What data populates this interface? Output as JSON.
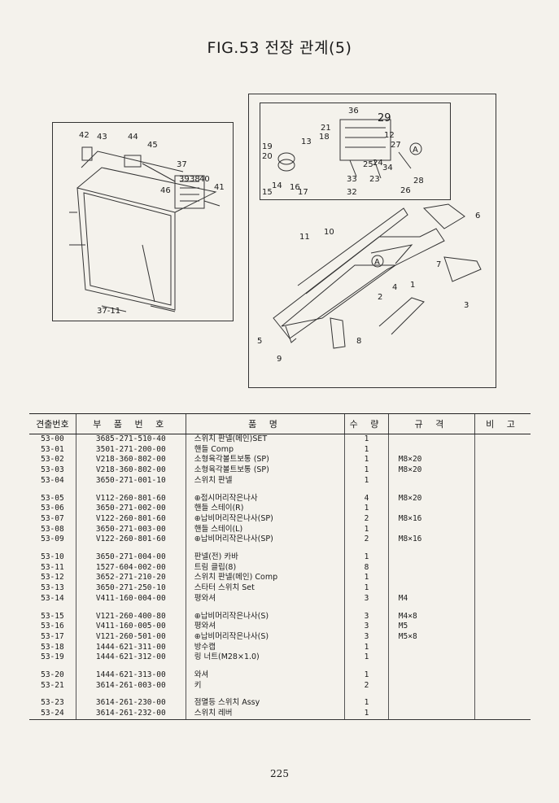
{
  "title": "FIG.53 전장 관계(5)",
  "page_number": "225",
  "diagram_left": {
    "labels": [
      "42",
      "43",
      "44",
      "45",
      "37",
      "39",
      "38",
      "40",
      "46",
      "41",
      "37-11"
    ]
  },
  "diagram_right": {
    "labels": [
      "6",
      "11",
      "10",
      "7",
      "4",
      "2",
      "1",
      "3",
      "5",
      "8",
      "9"
    ],
    "circled_a": "A"
  },
  "diagram_inset": {
    "labels": [
      "36",
      "29",
      "21",
      "18",
      "13",
      "12",
      "27",
      "19",
      "20",
      "25",
      "24",
      "34",
      "28",
      "14",
      "16",
      "17",
      "15",
      "33",
      "23",
      "26",
      "32"
    ],
    "circled_a": "A"
  },
  "table": {
    "headers": [
      "견출번호",
      "부 품 번 호",
      "품   명",
      "수 량",
      "규 격",
      "비 고"
    ],
    "rows": [
      {
        "no": "53-00",
        "part": "3685-271-510-40",
        "name": "스위치 판넬(메인)SET",
        "qty": "1",
        "spec": ""
      },
      {
        "no": "53-01",
        "part": "3501-271-200-00",
        "name": "핸들 Comp",
        "qty": "1",
        "spec": ""
      },
      {
        "no": "53-02",
        "part": "V218-360-802-00",
        "name": "소형육각볼트보통 (SP)",
        "qty": "1",
        "spec": "M8×20"
      },
      {
        "no": "53-03",
        "part": "V218-360-802-00",
        "name": "소형육각볼트보통 (SP)",
        "qty": "1",
        "spec": "M8×20"
      },
      {
        "no": "53-04",
        "part": "3650-271-001-10",
        "name": "스위치 판넬",
        "qty": "1",
        "spec": ""
      },
      {
        "gap": true
      },
      {
        "no": "53-05",
        "part": "V112-260-801-60",
        "name": "⊕접시머리작은나사",
        "qty": "4",
        "spec": "M8×20"
      },
      {
        "no": "53-06",
        "part": "3650-271-002-00",
        "name": "핸들 스테이(R)",
        "qty": "1",
        "spec": ""
      },
      {
        "no": "53-07",
        "part": "V122-260-801-60",
        "name": "⊕납비머리작은나사(SP)",
        "qty": "2",
        "spec": "M8×16"
      },
      {
        "no": "53-08",
        "part": "3650-271-003-00",
        "name": "핸들 스테이(L)",
        "qty": "1",
        "spec": ""
      },
      {
        "no": "53-09",
        "part": "V122-260-801-60",
        "name": "⊕납비머리작은나사(SP)",
        "qty": "2",
        "spec": "M8×16"
      },
      {
        "gap": true
      },
      {
        "no": "53-10",
        "part": "3650-271-004-00",
        "name": "판넬(전) 카바",
        "qty": "1",
        "spec": ""
      },
      {
        "no": "53-11",
        "part": "1527-604-002-00",
        "name": "트림 클립(8)",
        "qty": "8",
        "spec": ""
      },
      {
        "no": "53-12",
        "part": "3652-271-210-20",
        "name": "스위치 판넬(메인) Comp",
        "qty": "1",
        "spec": ""
      },
      {
        "no": "53-13",
        "part": "3650-271-250-10",
        "name": "스타터 스위치 Set",
        "qty": "1",
        "spec": ""
      },
      {
        "no": "53-14",
        "part": "V411-160-004-00",
        "name": "평와셔",
        "qty": "3",
        "spec": "M4"
      },
      {
        "gap": true
      },
      {
        "no": "53-15",
        "part": "V121-260-400-80",
        "name": "⊕납비머리작은나사(S)",
        "qty": "3",
        "spec": "M4×8"
      },
      {
        "no": "53-16",
        "part": "V411-160-005-00",
        "name": "평와셔",
        "qty": "3",
        "spec": "M5"
      },
      {
        "no": "53-17",
        "part": "V121-260-501-00",
        "name": "⊕납비머리작은나사(S)",
        "qty": "3",
        "spec": "M5×8"
      },
      {
        "no": "53-18",
        "part": "1444-621-311-00",
        "name": "방수캡",
        "qty": "1",
        "spec": ""
      },
      {
        "no": "53-19",
        "part": "1444-621-312-00",
        "name": "링 너트(M28×1.0)",
        "qty": "1",
        "spec": ""
      },
      {
        "gap": true
      },
      {
        "no": "53-20",
        "part": "1444-621-313-00",
        "name": "와셔",
        "qty": "1",
        "spec": ""
      },
      {
        "no": "53-21",
        "part": "3614-261-003-00",
        "name": "키",
        "qty": "2",
        "spec": ""
      },
      {
        "gap": true
      },
      {
        "no": "53-23",
        "part": "3614-261-230-00",
        "name": "점멸등 스위치 Assy",
        "qty": "1",
        "spec": ""
      },
      {
        "no": "53-24",
        "part": "3614-261-232-00",
        "name": "스위치 레버",
        "qty": "1",
        "spec": ""
      }
    ]
  }
}
